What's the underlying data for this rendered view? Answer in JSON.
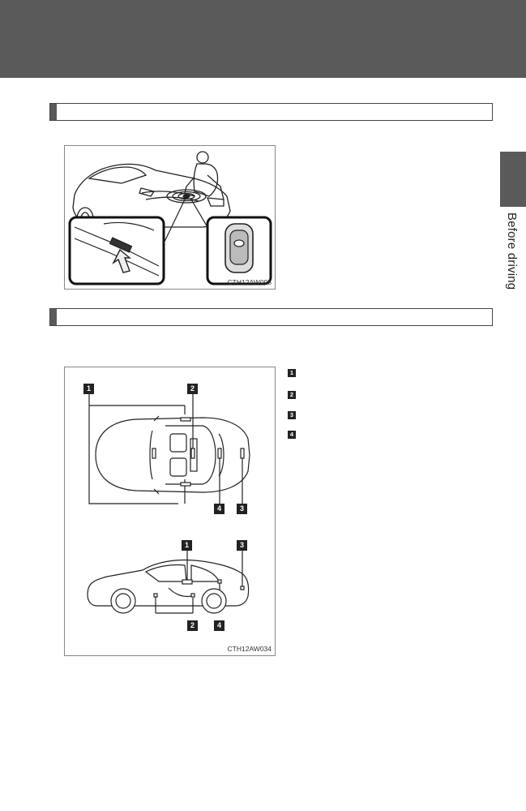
{
  "side_tab": {
    "label": "Before driving"
  },
  "figure1": {
    "code": "CTH12AW095"
  },
  "figure2": {
    "code": "CTH12AW034",
    "top_labels": [
      "1",
      "2",
      "4",
      "3"
    ],
    "side_labels": [
      "1",
      "3",
      "2",
      "4"
    ]
  },
  "legend": {
    "items": [
      "1",
      "2",
      "3",
      "4"
    ]
  }
}
